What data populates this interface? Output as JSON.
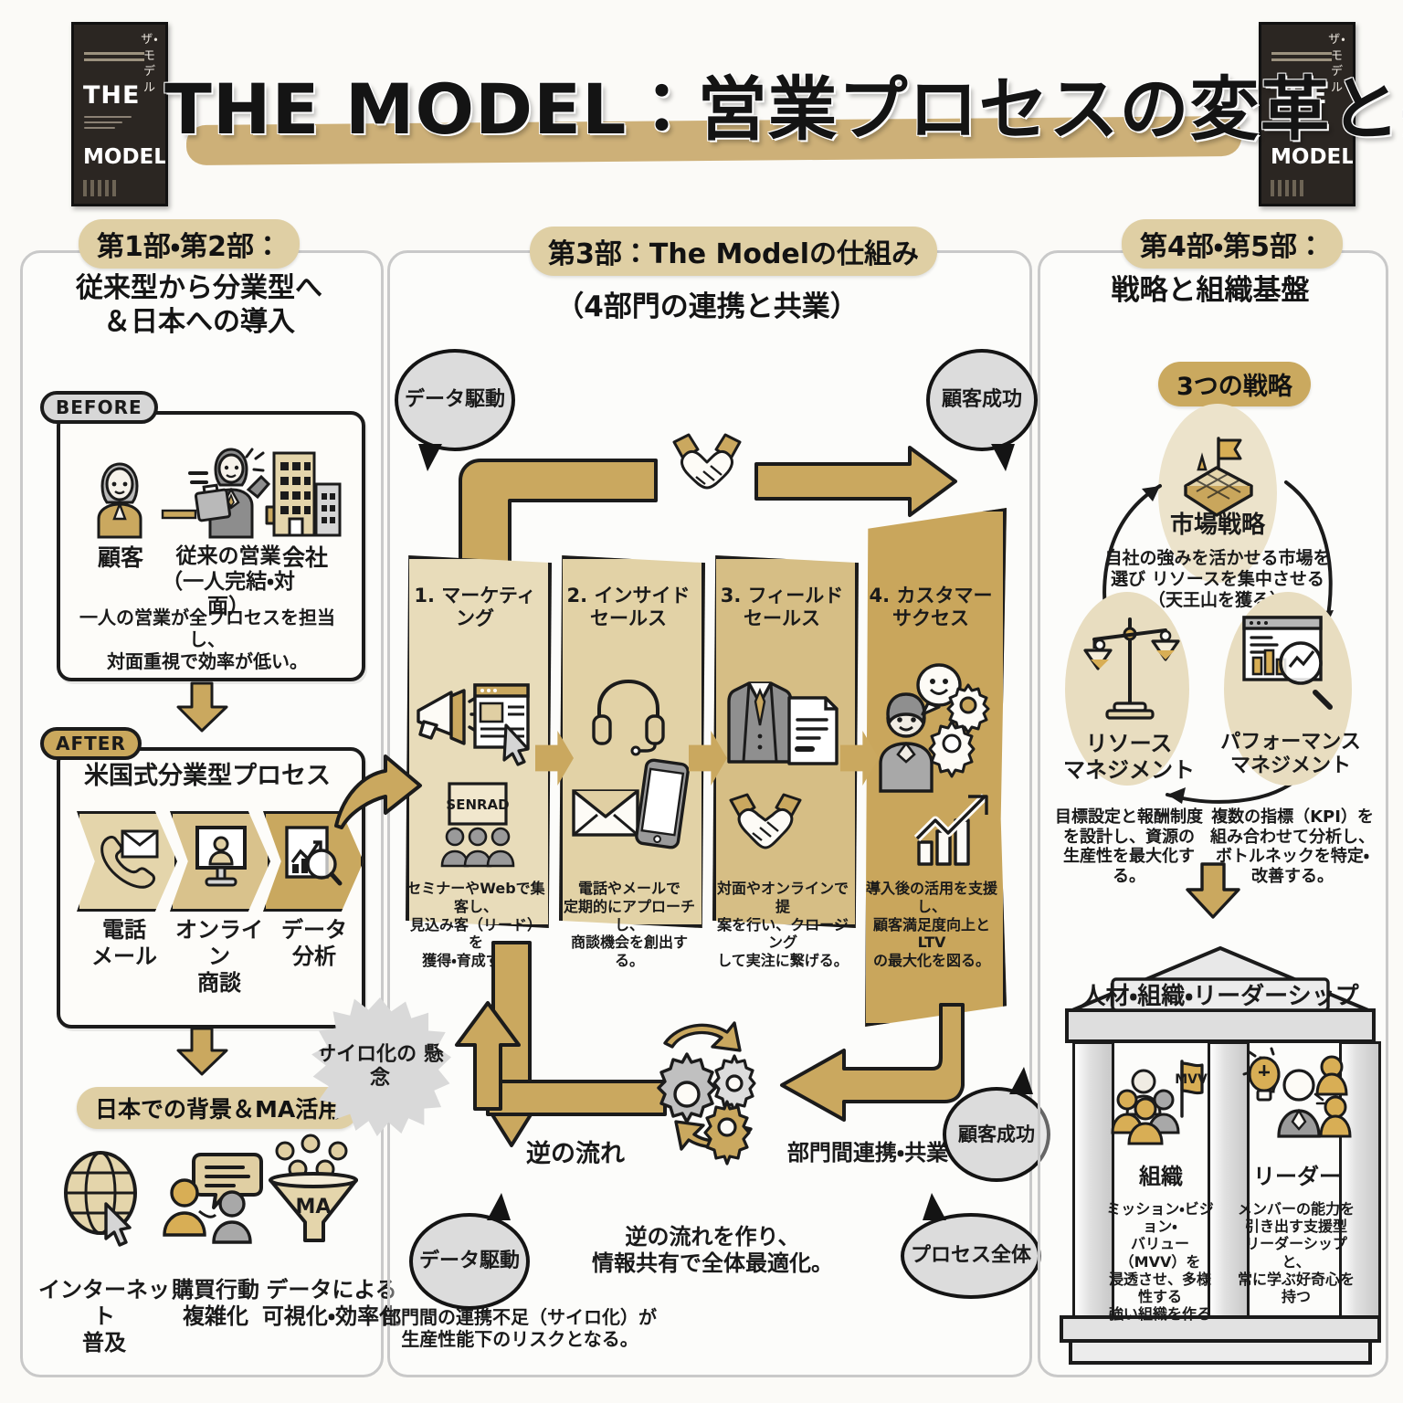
{
  "header": {
    "title": "THE MODEL：営業プロセスの変革と共業",
    "book_cover": {
      "kana": "ザ・モ デ ル",
      "the": "THE",
      "model": "MODEL"
    }
  },
  "left_column": {
    "badge": "第1部・第2部：",
    "subtitle": "従来型から分業型へ\n＆日本への導入",
    "before": {
      "tag": "BEFORE",
      "labels": {
        "customer": "顧客",
        "salesperson": "従来の営業\n（一人完結・対面）",
        "company": "会社"
      },
      "note": "一人の営業が全プロセスを担当し、\n対面重視で効率が低い。"
    },
    "after": {
      "tag": "AFTER",
      "title": "米国式分業型プロセス",
      "steps": [
        {
          "label": "電話\nメール",
          "icon": "phone-mail-icon"
        },
        {
          "label": "オンライン\n商談",
          "icon": "online-meeting-icon"
        },
        {
          "label": "データ\n分析",
          "icon": "data-analysis-icon"
        }
      ]
    },
    "japan": {
      "badge": "日本での背景＆MA活用",
      "items": [
        {
          "label": "インターネット\n普及",
          "icon": "globe-cursor-icon"
        },
        {
          "label": "購買行動\n複雑化",
          "icon": "people-chat-icon"
        },
        {
          "label": "データによる\n可視化・効率化",
          "icon": "ma-funnel-icon",
          "funnel_text": "MA"
        }
      ]
    }
  },
  "center_column": {
    "badge": "第3部：The Modelの仕組み",
    "subtitle": "（4部門の連携と共業）",
    "bubbles": {
      "top_left": "データ駆動",
      "top_right": "顧客成功",
      "bottom_left": "データ駆動",
      "bottom_right_circle": "顧客成功",
      "bottom_right_oval": "プロセス全体"
    },
    "stages": [
      {
        "title": "1. マーケティング",
        "desc": "セミナーやWebで集客し、\n見込み客（リード）を\n獲得・育成する。",
        "icons": [
          "megaphone-icon",
          "web-page-cursor-icon",
          "seminar-screen-icon"
        ],
        "screen_text": "SENRAD"
      },
      {
        "title": "2. インサイド\nセールス",
        "desc": "電話やメールで\n定期的にアプローチし、\n商談機会を創出する。",
        "icons": [
          "headset-icon",
          "envelope-icon",
          "smartphone-icon"
        ]
      },
      {
        "title": "3. フィールド\nセールス",
        "desc": "対面やオンラインで提\n案を行い、クロージング\nして実注に繋げる。",
        "icons": [
          "suit-icon",
          "document-icon",
          "handshake-icon"
        ]
      },
      {
        "title": "4. カスタマー\nサクセス",
        "desc": "導入後の活用を支援し、\n顧客満足度向上とLTV\nの最大化を図る。",
        "icons": [
          "person-smile-icon",
          "gear-icon",
          "growth-chart-icon"
        ]
      }
    ],
    "silo": "サイロ化の\n懸念",
    "reverse_flow_label": "逆の流れ",
    "collab_label": "部門間連携・共業",
    "gears_note": "逆の流れを作り、\n情報共有で全体最適化。",
    "silo_note": "部門間の連携不足（サイロ化）が\n生産性能下のリスクとなる。"
  },
  "right_column": {
    "badge": "第4部・第5部：",
    "subtitle": "戦略と組織基盤",
    "strategy_badge": "3つの戦略",
    "strategies": [
      {
        "label": "市場戦略",
        "desc": "自社の強みを活かせる市場を\n選び リソースを集中させる\n（天王山を獲る）",
        "icon": "board-flag-icon"
      },
      {
        "label": "リソース\nマネジメント",
        "desc": "目標設定と報酬制度\nを設計し、資源の\n生産性を最大化する。",
        "icon": "balance-scale-icon"
      },
      {
        "label": "パフォーマンス\nマネジメント",
        "desc": "複数の指標（KPI）を\n組み合わせて分析し、\nボトルネックを特定・\n改善する。",
        "icon": "dashboard-search-icon"
      }
    ],
    "temple": {
      "title": "人材・組織・リーダーシップ",
      "pillars": [
        {
          "label": "組織",
          "desc": "ミッション・ビジョン・\nバリュー（MVV）を\n浸透させ、多様性する\n強い組織を作る",
          "icon": "team-flag-icon",
          "flag_text": "MVV"
        },
        {
          "label": "リーダー",
          "desc": "メンバーの能力を\n引き出す支援型\nリーダーシップと、\n常に学ぶ好奇心を持つ",
          "icon": "leader-bulb-icon"
        }
      ]
    }
  },
  "colors": {
    "gold": "#caa85f",
    "gold_light": "#e4d5ab",
    "gold_pill": "#dfcfa4",
    "ink": "#141414",
    "grey": "#d9d9d9"
  }
}
